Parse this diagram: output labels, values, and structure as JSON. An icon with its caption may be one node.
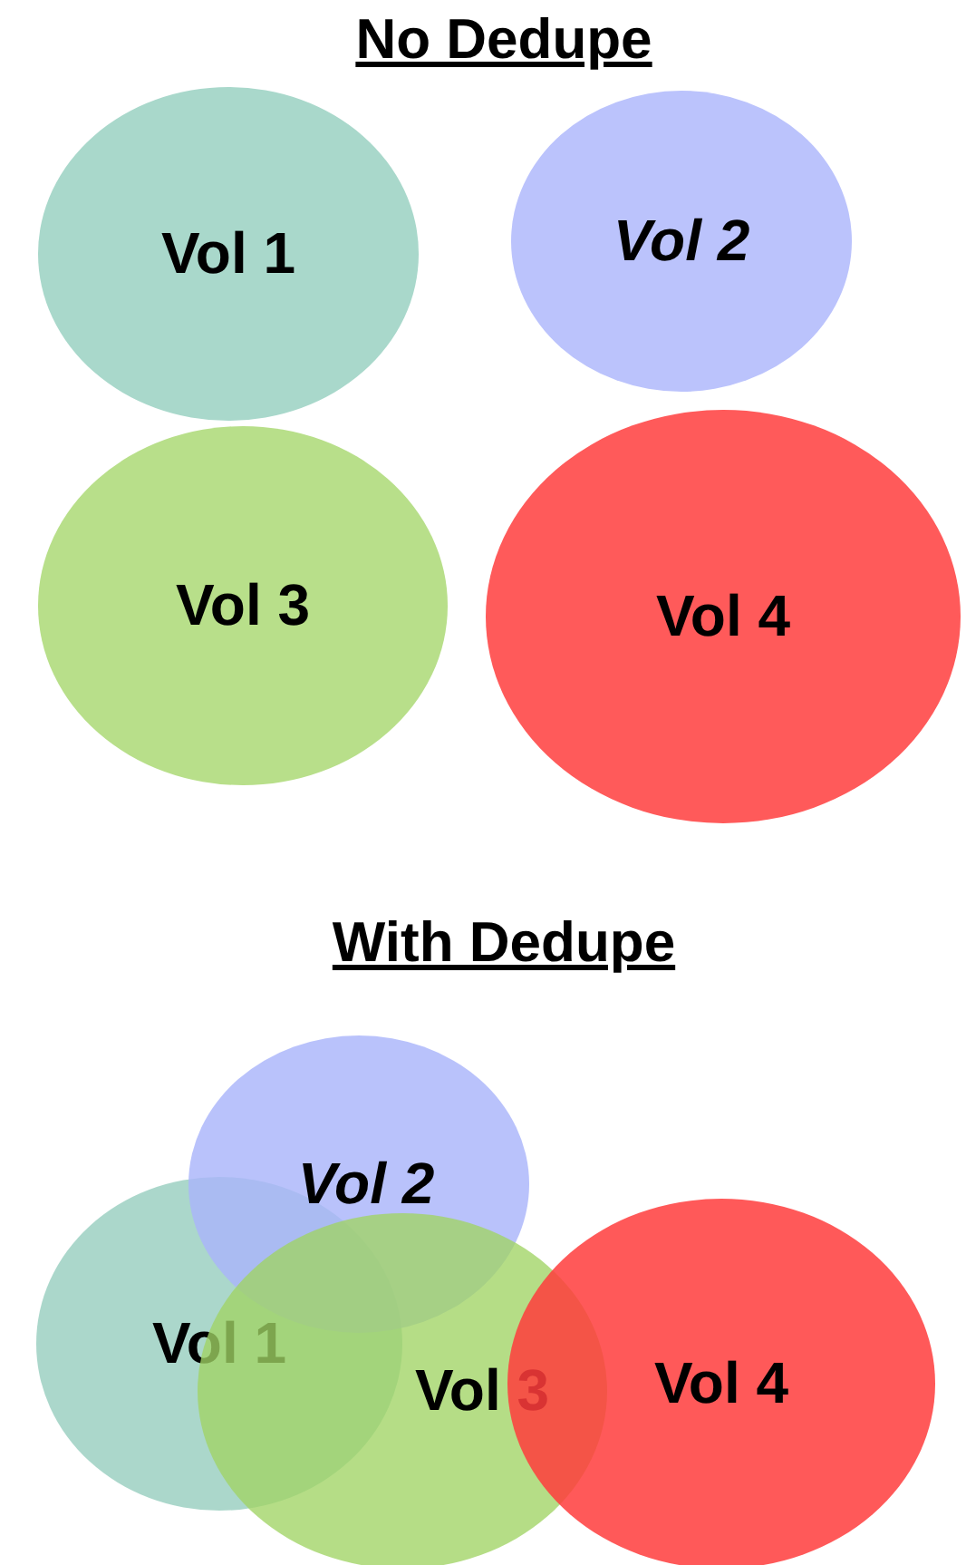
{
  "diagram": {
    "nodes": [
      {
        "text": [
          "Vol 1"
        ]
      },
      {
        "text": [
          "Vol 2"
        ]
      },
      {
        "text": [
          "Vol 3"
        ]
      },
      {
        "text": [
          "Vol 4"
        ]
      },
      {
        "text": [
          "Vol 1"
        ]
      },
      {
        "text": [
          "Vol 2"
        ]
      },
      {
        "text": [
          "Vol 3"
        ]
      },
      {
        "text": [
          "Vol 4"
        ]
      }
    ],
    "labels": [
      "No Dedupe",
      "With Dedupe"
    ]
  }
}
